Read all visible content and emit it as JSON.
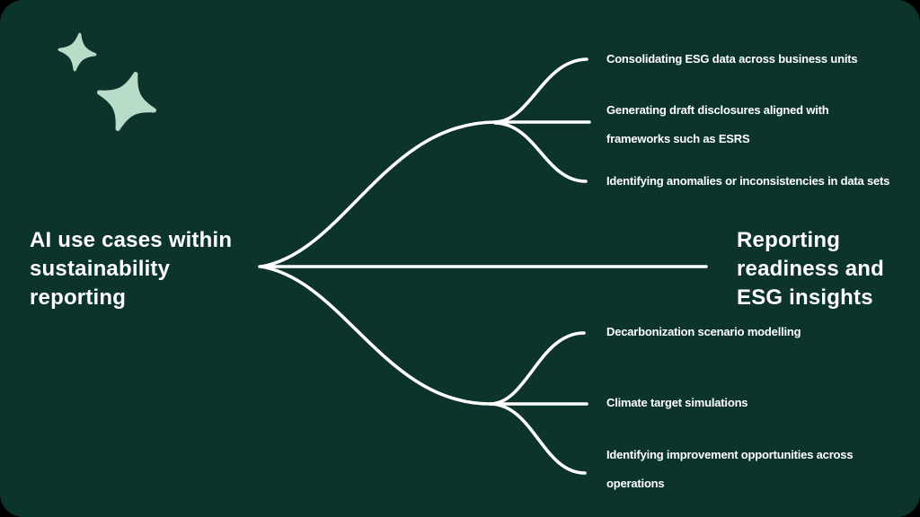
{
  "canvas": {
    "background_color": "#0d342c",
    "line_color": "#ffffff",
    "text_color": "#ffffff",
    "star_color": "#b8dcc8"
  },
  "mindmap": {
    "root_title": {
      "text": "AI use cases within sustainability reporting",
      "lines": [
        "AI use cases within",
        "sustainability",
        "reporting"
      ]
    },
    "center_label": {
      "text": "Reporting readiness and ESG insights",
      "lines": [
        "Reporting",
        "readiness and",
        "ESG insights"
      ]
    },
    "top_branches": [
      {
        "text": "Consolidating ESG data across business units",
        "lines": [
          "Consolidating ESG data across business units"
        ]
      },
      {
        "text": "Generating draft disclosures aligned with frameworks such as ESRS",
        "lines": [
          "Generating draft disclosures aligned with",
          "frameworks such as ESRS"
        ]
      },
      {
        "text": "Identifying anomalies or inconsistencies in data sets",
        "lines": [
          "Identifying anomalies or inconsistencies in data sets"
        ]
      }
    ],
    "bottom_branches": [
      {
        "text": "Decarbonization scenario modelling",
        "lines": [
          "Decarbonization scenario modelling"
        ]
      },
      {
        "text": "Climate target simulations",
        "lines": [
          "Climate target simulations"
        ]
      },
      {
        "text": "Identifying improvement opportunities across operations",
        "lines": [
          "Identifying improvement opportunities across",
          "operations"
        ]
      }
    ]
  },
  "decorations": {
    "stars": [
      "sparkle-star-small",
      "sparkle-star-large"
    ]
  }
}
